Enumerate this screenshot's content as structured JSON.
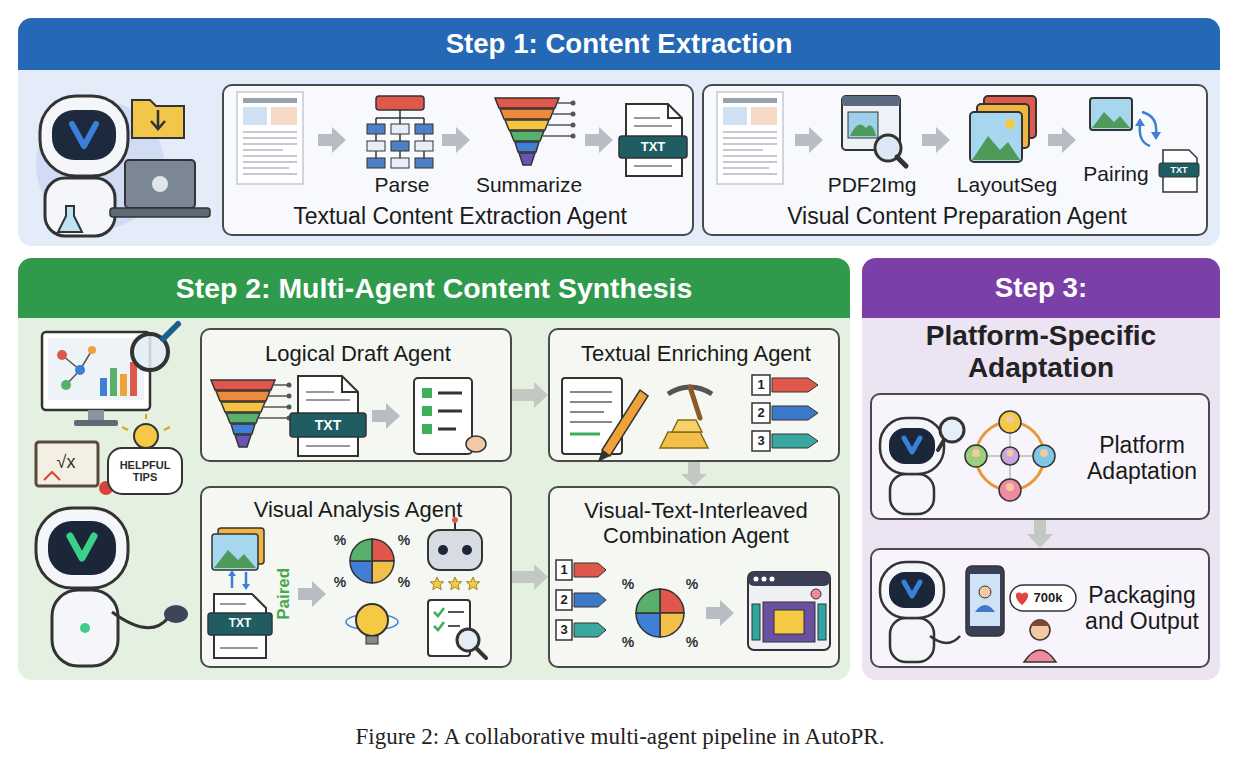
{
  "diagram": {
    "caption": "Figure 2: A collaborative multi-agent pipeline in AutoPR.",
    "nodes": [
      {
        "text": [
          "Step 1: Content Extraction"
        ]
      },
      {
        "text": [
          "Parse",
          "Summarize",
          "Textual Content Extraction Agent"
        ],
        "in": 0
      },
      {
        "text": [
          "PDF2Img",
          "LayoutSeg",
          "Pairing",
          "Visual Content Preparation Agent"
        ],
        "in": 0
      },
      {
        "text": [
          "Step 2: Multi-Agent Content Synthesis"
        ]
      },
      {
        "text": [
          "Logical Draft Agent"
        ],
        "in": 3
      },
      {
        "text": [
          "Textual Enriching Agent"
        ],
        "in": 3
      },
      {
        "text": [
          "Visual Analysis Agent"
        ],
        "in": 3
      },
      {
        "text": [
          "Visual-Text-Interleaved Combination Agent"
        ],
        "in": 3
      },
      {
        "text": [
          "Step 3:",
          "Platform-Specific Adaptation"
        ]
      },
      {
        "text": [
          "Platform Adaptation"
        ],
        "in": 8
      },
      {
        "text": [
          "Packaging and Output"
        ],
        "in": 8
      }
    ],
    "edges": [
      {
        "from": 4,
        "to": 5,
        "arrow": "to"
      },
      {
        "from": 5,
        "to": 7,
        "arrow": "to"
      },
      {
        "from": 6,
        "to": 7,
        "arrow": "to"
      },
      {
        "from": 9,
        "to": 10,
        "arrow": "to"
      }
    ],
    "labels": [
      "TXT",
      "TXT",
      "HELPFUL TIPS",
      "√x",
      "TXT",
      "1",
      "2",
      "3",
      "TXT",
      "Paired",
      "%",
      "%",
      "%",
      "%",
      "1",
      "2",
      "3",
      "%",
      "%",
      "%",
      "%",
      "700k"
    ]
  }
}
